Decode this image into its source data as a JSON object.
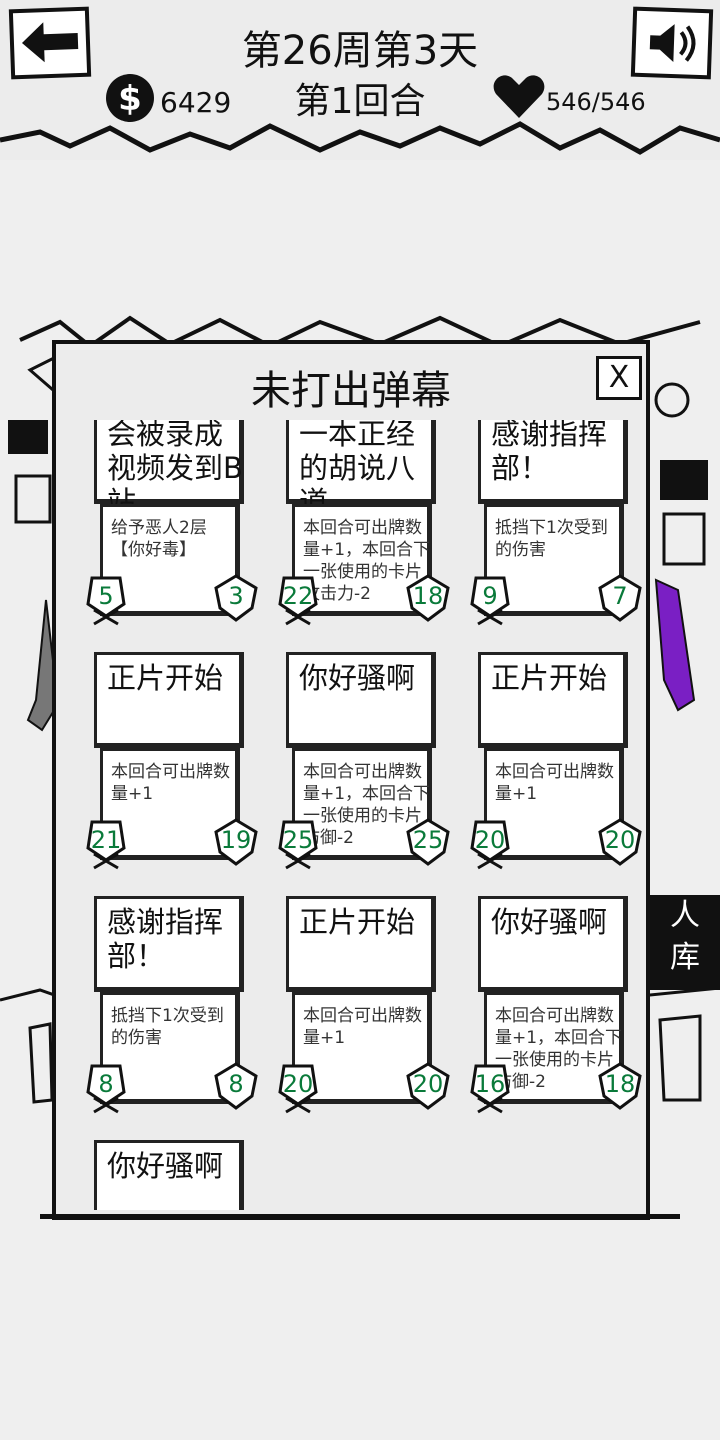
{
  "header": {
    "week_label": "第26周第3天",
    "round_label": "第1回合",
    "money": "6429",
    "hp": "546/546",
    "back_icon": "back-arrow-icon",
    "sound_icon": "speaker-icon",
    "coin_icon": "dollar-coin-icon",
    "heart_icon": "heart-icon"
  },
  "background": {
    "side_label": "人\n库"
  },
  "dialog": {
    "title": "未打出弹幕",
    "close_label": "X"
  },
  "cards": [
    {
      "name": "会被录成视频发到B站",
      "desc": "给予恶人2层【你好毒】",
      "cost": "5",
      "value": "3"
    },
    {
      "name": "一本正经的胡说八道",
      "desc": "本回合可出牌数量+1，本回合下一张使用的卡片攻击力-2",
      "cost": "22",
      "value": "18"
    },
    {
      "name": "感谢指挥部！",
      "desc": "抵挡下1次受到的伤害",
      "cost": "9",
      "value": "7"
    },
    {
      "name": "正片开始",
      "desc": "本回合可出牌数量+1",
      "cost": "21",
      "value": "19"
    },
    {
      "name": "你好骚啊",
      "desc": "本回合可出牌数量+1，本回合下一张使用的卡片防御-2",
      "cost": "25",
      "value": "25"
    },
    {
      "name": "正片开始",
      "desc": "本回合可出牌数量+1",
      "cost": "20",
      "value": "20"
    },
    {
      "name": "感谢指挥部！",
      "desc": "抵挡下1次受到的伤害",
      "cost": "8",
      "value": "8"
    },
    {
      "name": "正片开始",
      "desc": "本回合可出牌数量+1",
      "cost": "20",
      "value": "20"
    },
    {
      "name": "你好骚啊",
      "desc": "本回合可出牌数量+1，本回合下一张使用的卡片防御-2",
      "cost": "16",
      "value": "18"
    },
    {
      "name": "你好骚啊",
      "desc": "",
      "cost": "",
      "value": ""
    }
  ],
  "colors": {
    "badge_number": "#0a7a3a",
    "purple_figure": "#7a1fc4"
  }
}
